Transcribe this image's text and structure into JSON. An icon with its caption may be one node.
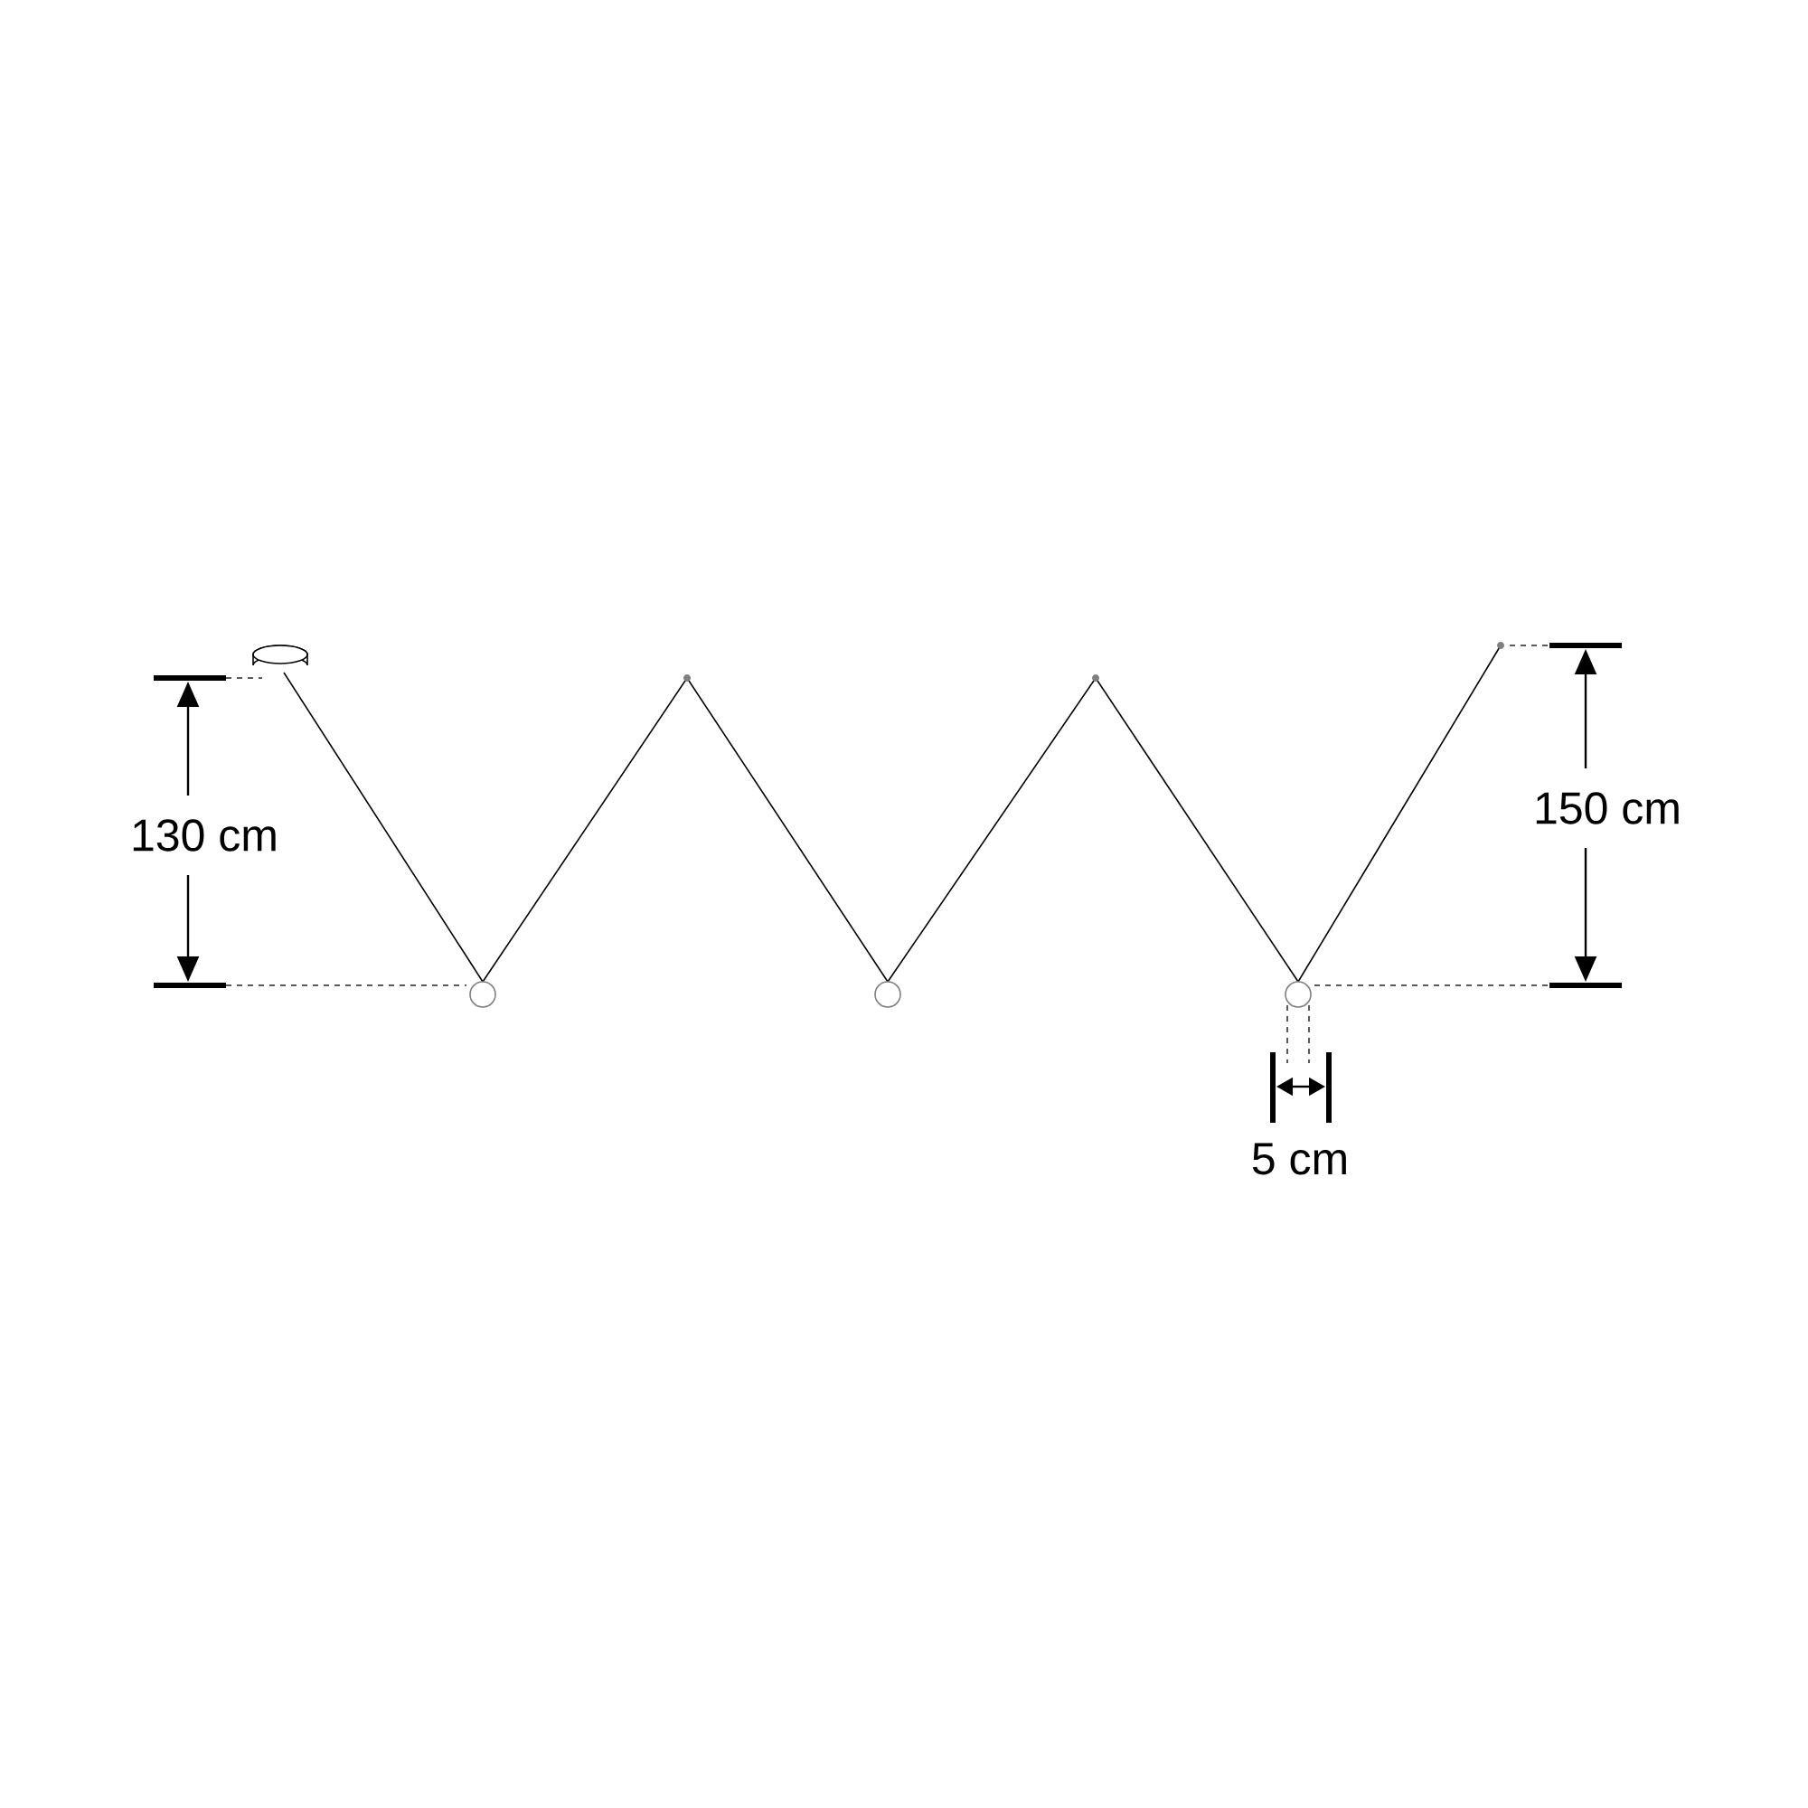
{
  "diagram": {
    "labels": [
      "130 cm",
      "150 cm",
      "5 cm"
    ]
  }
}
